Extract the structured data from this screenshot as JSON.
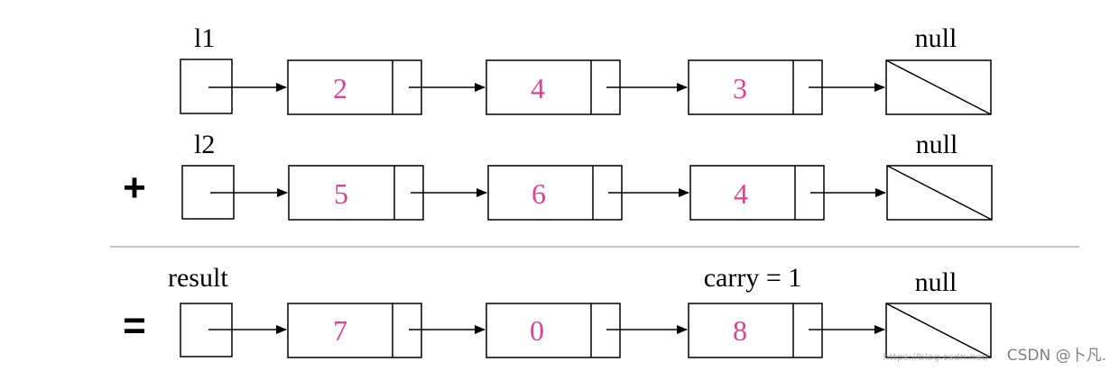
{
  "rows": [
    {
      "head_label": "l1",
      "operator": "",
      "values": [
        "2",
        "4",
        "3"
      ],
      "null_label": "null",
      "note": ""
    },
    {
      "head_label": "l2",
      "operator": "+",
      "values": [
        "5",
        "6",
        "4"
      ],
      "null_label": "null",
      "note": ""
    },
    {
      "head_label": "result",
      "operator": "=",
      "values": [
        "7",
        "0",
        "8"
      ],
      "null_label": "null",
      "note": "carry = 1"
    }
  ],
  "watermark": {
    "url": "https://blog.csdn.net/",
    "brand": "CSDN @卜凡."
  },
  "colors": {
    "value_text": "#d6458f",
    "stroke": "#000000",
    "divider": "#b0b0b0"
  }
}
